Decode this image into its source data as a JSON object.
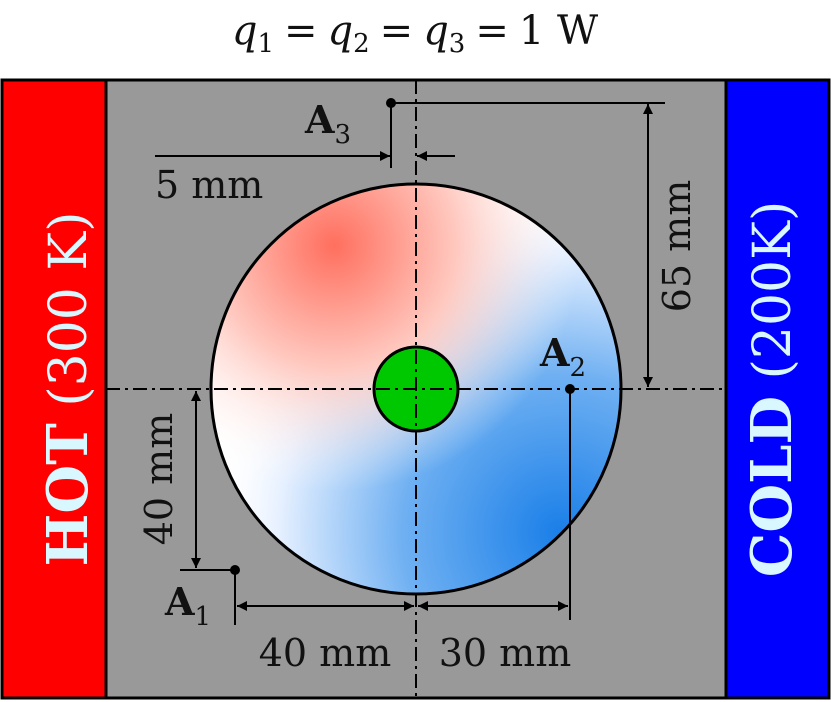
{
  "title": {
    "q1": "q",
    "q1_sub": "1",
    "q2": "q",
    "q2_sub": "2",
    "q3": "q",
    "q3_sub": "3",
    "eq": "=",
    "value": "1 W"
  },
  "hot_side": {
    "word": "HOT",
    "detail": " (300 K)",
    "color": "#ff0000"
  },
  "cold_side": {
    "word": "COLD",
    "detail": " (200K)",
    "color": "#0000ff"
  },
  "plate": {
    "color": "#999999"
  },
  "heat_source": {
    "color": "#00c800"
  },
  "points": {
    "a1": {
      "letter": "A",
      "sub": "1"
    },
    "a2": {
      "letter": "A",
      "sub": "2"
    },
    "a3": {
      "letter": "A",
      "sub": "3"
    }
  },
  "dimensions": {
    "a3_offset": "5 mm",
    "a3_height": "65 mm",
    "a1_height": "40 mm",
    "a1_horizontal": "40 mm",
    "a2_horizontal": "30 mm"
  }
}
